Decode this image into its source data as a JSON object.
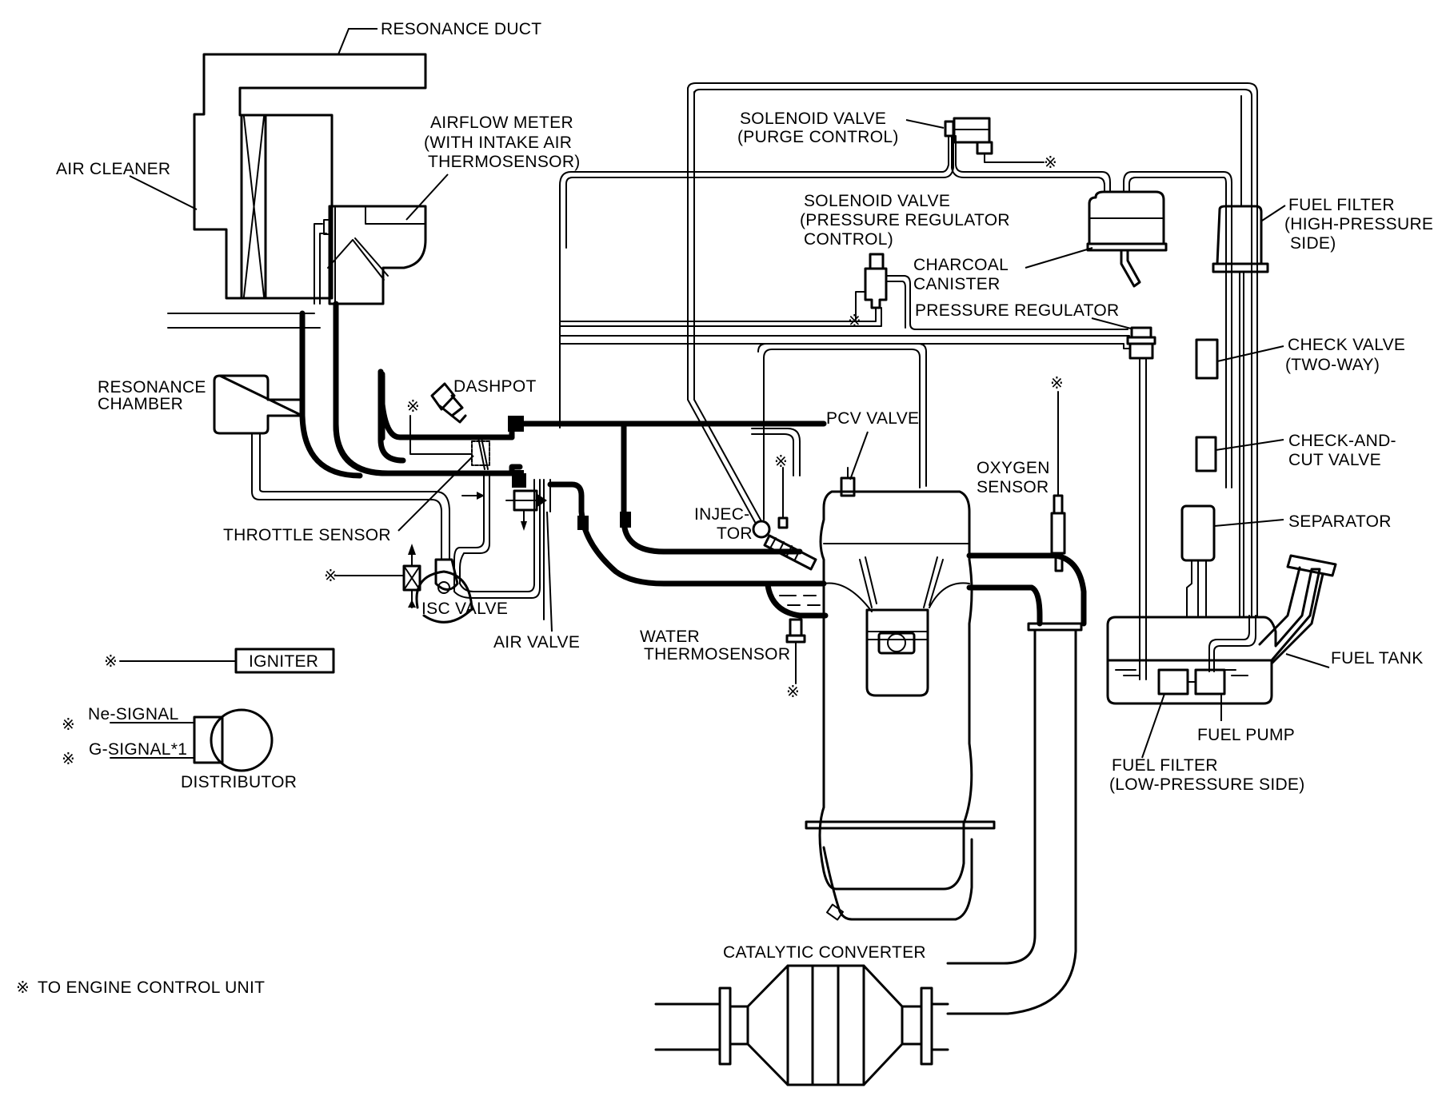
{
  "title": "Fuel and Emission Control System Diagram",
  "ecu_symbol": "※",
  "labels": {
    "resonance_duct": "RESONANCE DUCT",
    "air_cleaner": "AIR CLEANER",
    "airflow_meter": [
      "AIRFLOW METER",
      "(WITH INTAKE AIR",
      "THERMOSENSOR)"
    ],
    "resonance_chamber": [
      "RESONANCE",
      "CHAMBER"
    ],
    "dashpot": "DASHPOT",
    "throttle_sensor": "THROTTLE SENSOR",
    "isc_valve": "ISC VALVE",
    "air_valve": "AIR VALVE",
    "igniter": "IGNITER",
    "ne_signal": "Ne-SIGNAL",
    "g_signal": "G-SIGNAL*1",
    "distributor": "DISTRIBUTOR",
    "solenoid_purge": [
      "SOLENOID VALVE",
      "(PURGE CONTROL)"
    ],
    "solenoid_pressure": [
      "SOLENOID VALVE",
      "(PRESSURE REGULATOR",
      "CONTROL)"
    ],
    "charcoal_canister": [
      "CHARCOAL",
      "CANISTER"
    ],
    "pressure_regulator": "PRESSURE REGULATOR",
    "pcv_valve": "PCV VALVE",
    "injector": [
      "INJEC-",
      "TOR"
    ],
    "oxygen_sensor": [
      "OXYGEN",
      "SENSOR"
    ],
    "water_thermosensor": [
      "WATER",
      "THERMOSENSOR"
    ],
    "fuel_filter_high": [
      "FUEL FILTER",
      "(HIGH-PRESSURE",
      "SIDE)"
    ],
    "check_valve": [
      "CHECK VALVE",
      "(TWO-WAY)"
    ],
    "check_and_cut_valve": [
      "CHECK-AND-",
      "CUT VALVE"
    ],
    "separator": "SEPARATOR",
    "fuel_tank": "FUEL TANK",
    "fuel_pump": "FUEL PUMP",
    "fuel_filter_low": [
      "FUEL FILTER",
      "(LOW-PRESSURE SIDE)"
    ],
    "catalytic_converter": "CATALYTIC CONVERTER"
  },
  "legend": {
    "symbol": "※",
    "text": "TO ENGINE CONTROL UNIT"
  }
}
